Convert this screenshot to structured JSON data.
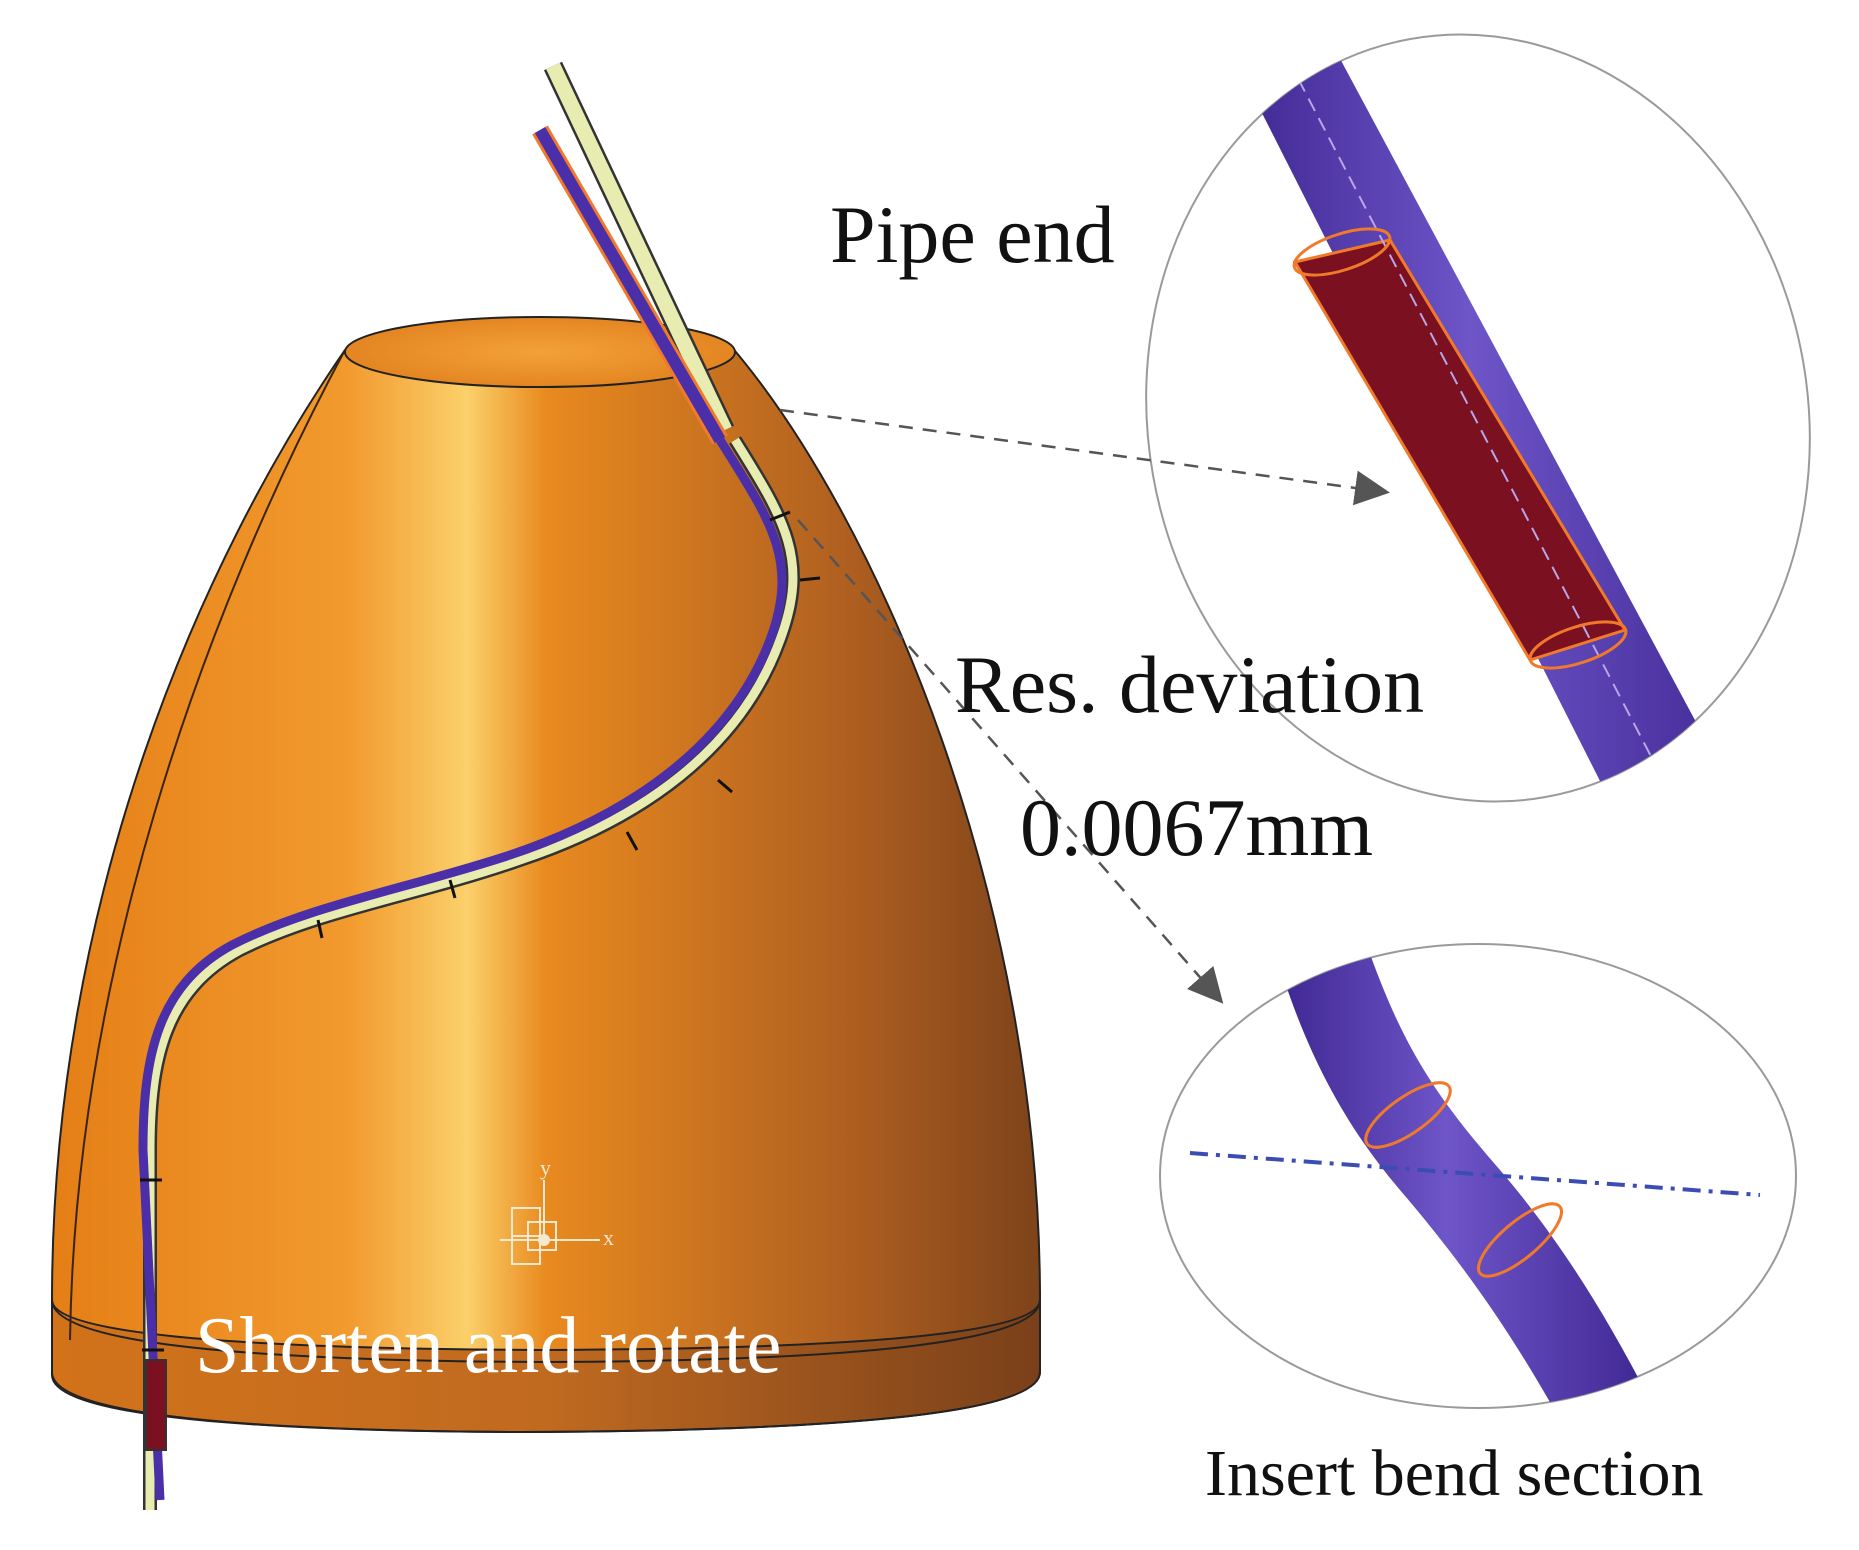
{
  "labels": {
    "pipe_end": "Pipe end",
    "res_deviation_line1": "Res. deviation",
    "res_deviation_line2": "0.0067mm",
    "shorten_and_rotate": "Shorten and rotate",
    "insert_bend_section": "Insert bend section"
  },
  "axis_triad": {
    "x_label": "x",
    "y_label": "y"
  },
  "colors": {
    "shell_orange": "#e98a1f",
    "shell_dark": "#8a4a1c",
    "pipe_purple": "#5b3fb0",
    "pipe_cream": "#e8ecb0",
    "section_red": "#7a1020",
    "outline_orange": "#f07a2a"
  }
}
